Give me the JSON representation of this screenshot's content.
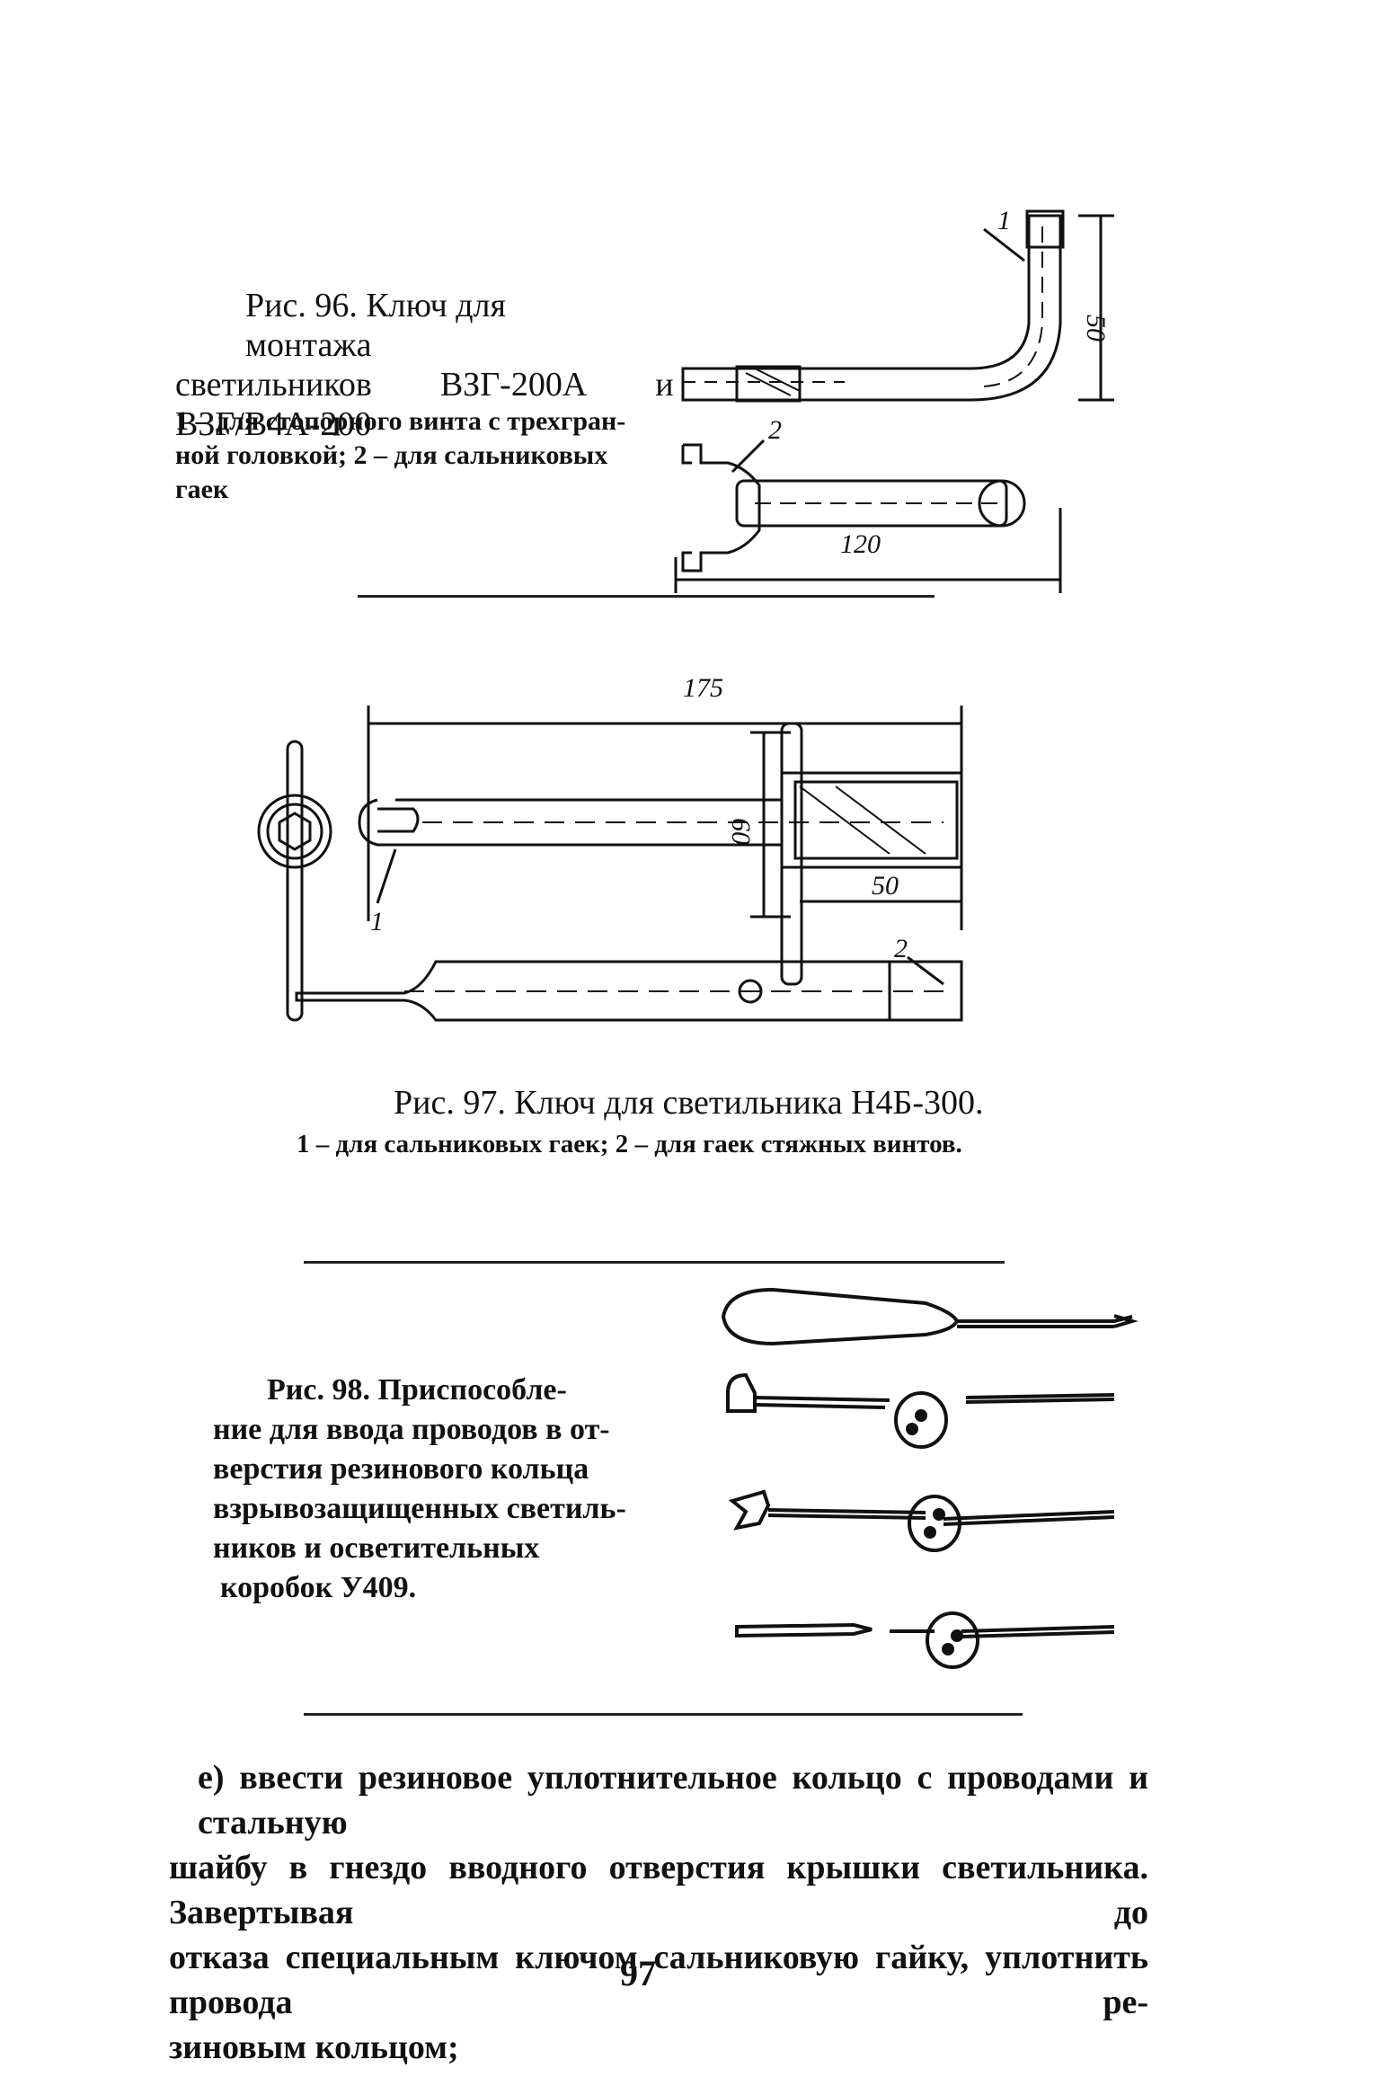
{
  "fig96": {
    "caption_line1": "Рис. 96. Ключ для монтажа",
    "caption_line2": "светильников        ВЗГ-200А        и",
    "caption_line3": "ВЗГ/В4А-200",
    "legend_line1": "1 – для стопорного винта с трехгран-",
    "legend_line2": "ной головкой; 2 – для сальниковых",
    "legend_line3": "гаек",
    "dim_height": "50",
    "dim_length": "120",
    "label_1": "1",
    "label_2": "2"
  },
  "fig97": {
    "caption": "Рис. 97. Ключ для светильника Н4Б-300.",
    "legend": "1 – для сальниковых гаек; 2 – для гаек стяжных винтов.",
    "dim_length": "175",
    "dim_height": "60",
    "dim_50": "50",
    "label_1": "1",
    "label_2": "2"
  },
  "fig98": {
    "caption_line1": "Рис.  98.  Приспособле-",
    "caption_line2": "ние для ввода проводов в от-",
    "caption_line3": "верстия   резинового   кольца",
    "caption_line4": "взрывозащищенных  светиль-",
    "caption_line5": "ников      и      осветительных",
    "caption_line6": "коробок У409."
  },
  "body": {
    "line1": "е) ввести резиновое уплотнительное кольцо с проводами и стальную",
    "line2": "шайбу в гнездо вводного отверстия крышки светильника. Завертывая до",
    "line3": "отказа специальным ключом сальниковую гайку, уплотнить провода ре-",
    "line4": "зиновым кольцом;"
  },
  "page_number": "97"
}
